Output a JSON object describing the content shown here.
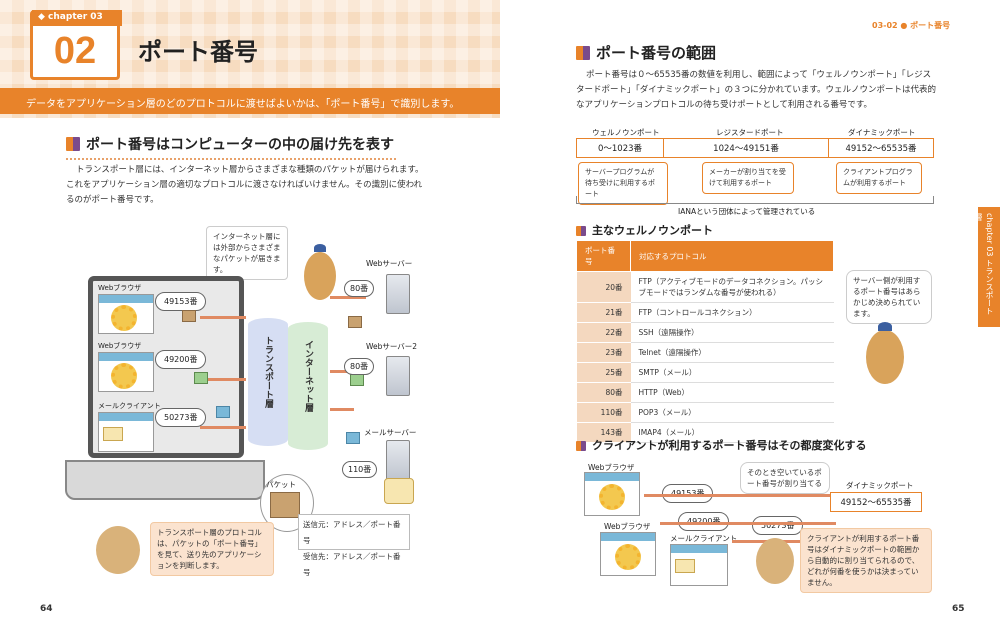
{
  "left": {
    "chapter_tab": "◆ chapter 03",
    "chapter_num": "02",
    "title": "ポート番号",
    "lead": "データをアプリケーション層のどのプロトコルに渡せばよいかは、「ポート番号」で識別します。",
    "section_title": "ポート番号はコンピューターの中の届け先を表す",
    "body_lines": [
      "トランスポート層には、インターネット層からさまざまな種類のパケットが届けられます。",
      "これをアプリケーション層の適切なプロトコルに渡さなければいけません。その識別に使われ",
      "るのがポート番号です。"
    ],
    "callout_top": "インターネット層には外部からさまざまなパケットが届きます。",
    "windows": [
      {
        "label": "Webブラウザ",
        "port": "49153番"
      },
      {
        "label": "Webブラウザ",
        "port": "49200番"
      },
      {
        "label": "メールクライアント",
        "port": "50273番"
      }
    ],
    "layer_transport": "トランスポート層",
    "layer_internet": "インターネット層",
    "servers": [
      {
        "label": "Webサーバー",
        "port": "80番"
      },
      {
        "label": "Webサーバー2",
        "port": "80番"
      },
      {
        "label": "メールサーバー",
        "port": "110番"
      }
    ],
    "packet_label": "パケット",
    "packet_src": "送信元：アドレス／ポート番号",
    "packet_dst": "受信先：アドレス／ポート番号",
    "callout_bottom": "トランスポート層のプロトコルは、パケットの「ポート番号」を見て、送り先のアプリケーションを判断します。",
    "page_number": "64"
  },
  "right": {
    "running_head": "03-02 ● ポート番号",
    "section_title": "ポート番号の範囲",
    "body_lines": [
      "ポート番号は０～65535番の数値を利用し、範囲によって「ウェルノウンポート」「レジス",
      "タードポート」「ダイナミックポート」の３つに分かれています。ウェルノウンポートは代表的",
      "なアプリケーションプロトコルの待ち受けポートとして利用される番号です。"
    ],
    "ranges": [
      {
        "name": "ウェルノウンポート",
        "range": "0～1023番",
        "note": "サーバープログラムが待ち受けに利用するポート"
      },
      {
        "name": "レジスタードポート",
        "range": "1024～49151番",
        "note": "メーカーが割り当てを受けて利用するポート"
      },
      {
        "name": "ダイナミックポート",
        "range": "49152～65535番",
        "note": "クライアントプログラムが利用するポート"
      }
    ],
    "iana_note": "IANAという団体によって管理されている",
    "side_tab": "chapter 03 トランスポート層",
    "well_known_title": "主なウェルノウンポート",
    "table_headers": [
      "ポート番号",
      "対応するプロトコル"
    ],
    "table_rows": [
      [
        "20番",
        "FTP（アクティブモードのデータコネクション。パッシブモードではランダムな番号が使われる）"
      ],
      [
        "21番",
        "FTP（コントロールコネクション）"
      ],
      [
        "22番",
        "SSH（遠隔操作）"
      ],
      [
        "23番",
        "Telnet（遠隔操作）"
      ],
      [
        "25番",
        "SMTP（メール）"
      ],
      [
        "80番",
        "HTTP（Web）"
      ],
      [
        "110番",
        "POP3（メール）"
      ],
      [
        "143番",
        "IMAP4（メール）"
      ]
    ],
    "dog_callout": "サーバー側が利用するポート番号はあらかじめ決められています。",
    "client_title": "クライアントが利用するポート番号はその都度変化する",
    "client_callout": "そのとき空いているポート番号が割り当てる",
    "dynamic_label": "ダイナミックポート",
    "dynamic_range": "49152～65535番",
    "clients": [
      {
        "label": "Webブラウザ",
        "port": "49153番"
      },
      {
        "label": "Webブラウザ",
        "port": "49200番"
      },
      {
        "label": "メールクライアント",
        "port": "50273番"
      }
    ],
    "client_note": "クライアントが利用するポート番号はダイナミックポートの範囲から自動的に割り当てられるので、どれが何番を使うかは決まっていません。",
    "page_number": "65"
  },
  "colors": {
    "accent": "#e8832a",
    "peach": "#f7dcc0",
    "sky": "#8cc6e4"
  }
}
